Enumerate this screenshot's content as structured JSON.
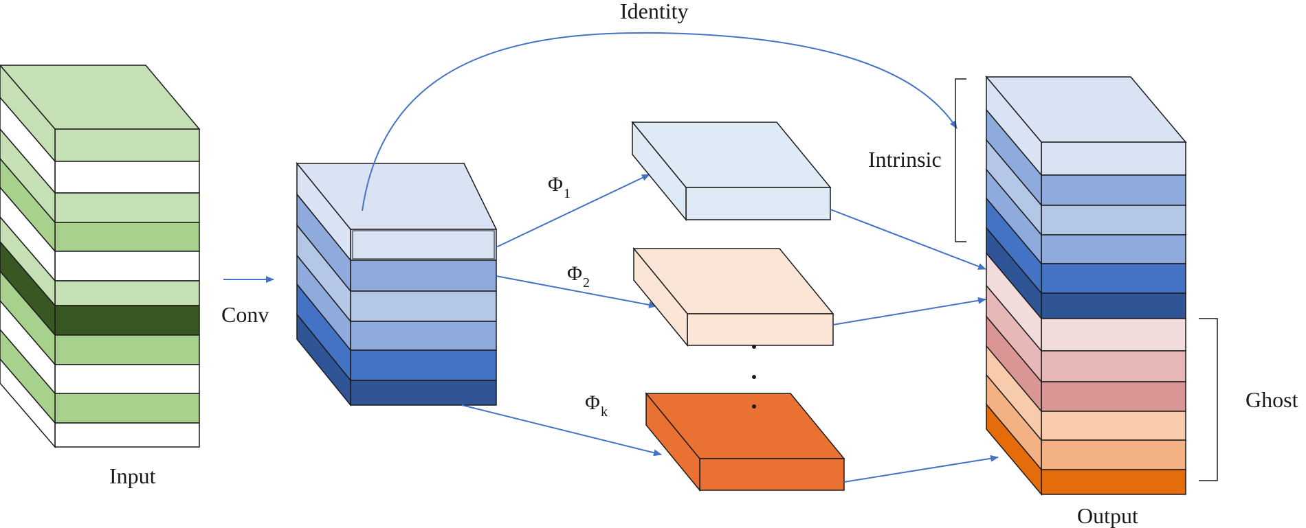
{
  "labels": {
    "input": "Input",
    "conv": "Conv",
    "identity": "Identity",
    "intrinsic": "Intrinsic",
    "ghost": "Ghost",
    "output": "Output"
  },
  "phi_ops": [
    {
      "symbol": "Φ",
      "sub": "1"
    },
    {
      "symbol": "Φ",
      "sub": "2"
    },
    {
      "symbol": "Φ",
      "sub": "k"
    }
  ],
  "colors": {
    "green_light": "#c5e0b4",
    "green_mid": "#a9d18e",
    "green_dark": "#385723",
    "white": "#ffffff",
    "blue_pale": "#dae3f3",
    "blue_light": "#b4c7e7",
    "blue_mid": "#8faadc",
    "blue_strong": "#4472c4",
    "blue_dark": "#2f5597",
    "blue_navy": "#203864",
    "map1": "#deebf7",
    "map2": "#fbe5d6",
    "mapk": "#e97132",
    "pink_pale": "#f2dcdb",
    "pink_light": "#e6b9b8",
    "pink_mid": "#d99694",
    "peach_light": "#f8cbad",
    "peach_mid": "#f4b183",
    "orange": "#e46c0a",
    "arrow": "#4472c4"
  }
}
